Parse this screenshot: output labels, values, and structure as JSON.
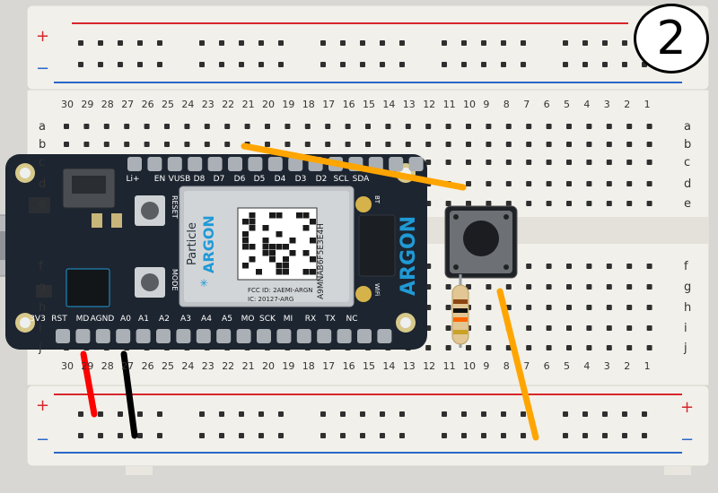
{
  "step_badge": "2",
  "colors": {
    "board": "#f1f0ea",
    "hole": "#2f2f2f",
    "rail_red": "#d8262c",
    "rail_blue": "#2a67c8",
    "feather": "#1d2530",
    "accent": "#1f9ad6",
    "wire_orange": "#ffa500",
    "wire_red": "#ff0000",
    "wire_black": "#000000"
  },
  "rail_signs": {
    "plus": "+",
    "minus": "−"
  },
  "column_numbers": [
    "30",
    "29",
    "28",
    "27",
    "26",
    "25",
    "24",
    "23",
    "22",
    "21",
    "20",
    "19",
    "18",
    "17",
    "16",
    "15",
    "14",
    "13",
    "12",
    "11",
    "10",
    "9",
    "8",
    "7",
    "6",
    "5",
    "4",
    "3",
    "2",
    "1"
  ],
  "row_letters_top": [
    "a",
    "b",
    "c",
    "d",
    "e"
  ],
  "row_letters_bottom": [
    "f",
    "g",
    "h",
    "i",
    "j"
  ],
  "argon": {
    "brand": "Particle",
    "model": "ARGON",
    "side_text": "ARGON",
    "qr_code": "A9MNAB6F5E3E4H",
    "fcc_line1": "FCC ID: 2AEMI-ARGN",
    "fcc_line2": "IC: 20127-ARG",
    "button_reset": "RESET",
    "button_mode": "MODE",
    "label_bt": "BT",
    "label_wifi": "WiFi",
    "pins_top": [
      "Li+",
      "EN",
      "VUSB",
      "D8",
      "D7",
      "D6",
      "D5",
      "D4",
      "D3",
      "D2",
      "SCL",
      "SDA"
    ],
    "pins_bottom": [
      "3V3",
      "RST",
      "MD",
      "AGND",
      "A0",
      "A1",
      "A2",
      "A3",
      "A4",
      "A5",
      "MO",
      "SCK",
      "MI",
      "RX",
      "TX",
      "NC"
    ]
  },
  "components": {
    "pushbutton": "tactile-pushbutton",
    "resistor": "resistor"
  }
}
